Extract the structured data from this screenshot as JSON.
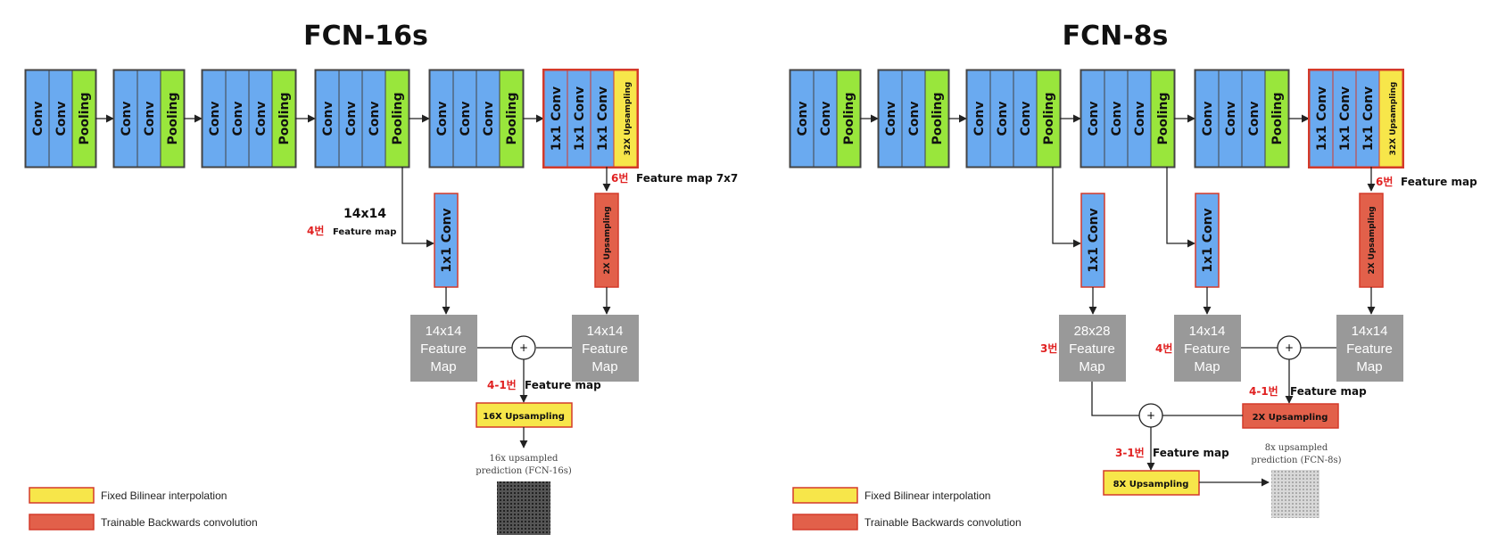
{
  "colors": {
    "conv": "#6aaaf0",
    "pool": "#99e63c",
    "fixed": "#f7e64a",
    "trainable": "#e2604a",
    "feature_map": "#999999",
    "border_dark": "#444444",
    "border_red": "#d43a2a",
    "annotation_red": "#e02020"
  },
  "labels": {
    "conv": "Conv",
    "pooling": "Pooling",
    "conv1x1": "1x1 Conv",
    "up32": "32X Upsampling",
    "up2_vertical": "2X Upsampling",
    "plus": "+"
  },
  "left": {
    "title": "FCN-16s",
    "fm_left": [
      "14x14",
      "Feature",
      "Map"
    ],
    "fm_right": [
      "14x14",
      "Feature",
      "Map"
    ],
    "up16": "16X Upsampling",
    "ann_14x14": "14x14",
    "ann4_num": "4번",
    "ann4_text": "Feature map",
    "ann6_num": "6번",
    "ann6_text": "Feature map 7x7",
    "ann41_num": "4-1번",
    "ann41_text": "Feature map",
    "pred_line1": "16x upsampled",
    "pred_line2": "prediction (FCN-16s)",
    "legend_fixed": "Fixed Bilinear interpolation",
    "legend_train": "Trainable Backwards convolution"
  },
  "right": {
    "title": "FCN-8s",
    "fm_a": [
      "28x28",
      "Feature",
      "Map"
    ],
    "fm_b": [
      "14x14",
      "Feature",
      "Map"
    ],
    "fm_c": [
      "14x14",
      "Feature",
      "Map"
    ],
    "up2": "2X Upsampling",
    "up8": "8X Upsampling",
    "ann6_num": "6번",
    "ann6_text": "Feature map",
    "ann3_num": "3번",
    "ann4_num": "4번",
    "ann41_num": "4-1번",
    "ann41_text": "Feature map",
    "ann31_num": "3-1번",
    "ann31_text": "Feature map",
    "pred_line1": "8x upsampled",
    "pred_line2": "prediction (FCN-8s)",
    "legend_fixed": "Fixed Bilinear interpolation",
    "legend_train": "Trainable Backwards convolution"
  }
}
